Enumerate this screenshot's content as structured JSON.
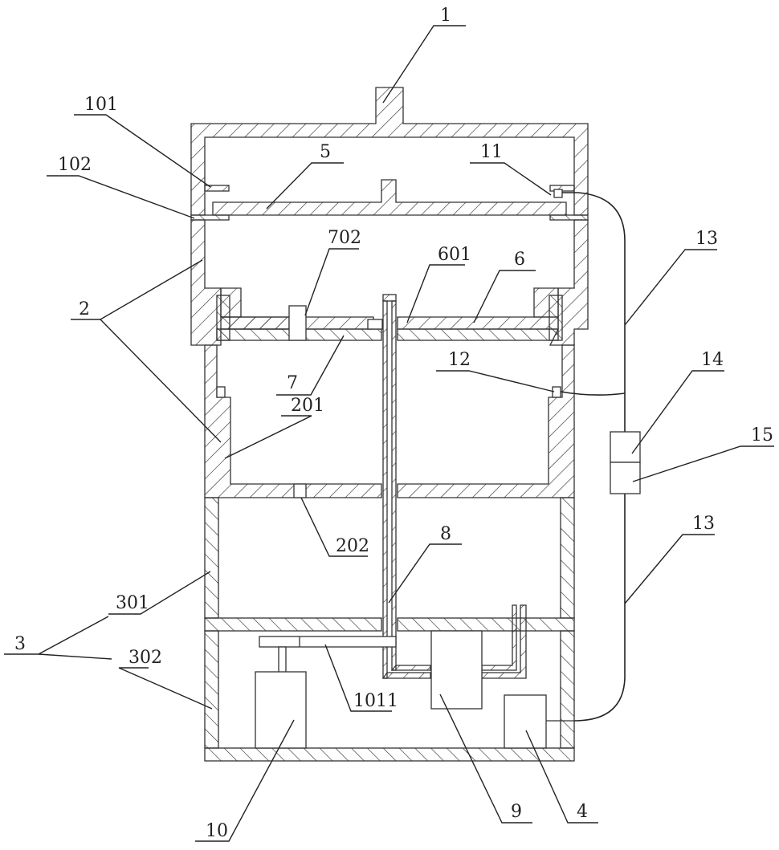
{
  "figure": {
    "type": "patent cross-section drawing",
    "colors": {
      "line": "#333333",
      "background": "#ffffff"
    }
  },
  "labels": {
    "l1": "1",
    "l101": "101",
    "l102": "102",
    "l5": "5",
    "l11": "11",
    "l13a": "13",
    "l702": "702",
    "l601": "601",
    "l6": "6",
    "l2": "2",
    "l7": "7",
    "l12": "12",
    "l14": "14",
    "l201": "201",
    "l15": "15",
    "l202": "202",
    "l8": "8",
    "l13b": "13",
    "l301": "301",
    "l3": "3",
    "l302": "302",
    "l1011": "1011",
    "l10": "10",
    "l9": "9",
    "l4": "4"
  }
}
